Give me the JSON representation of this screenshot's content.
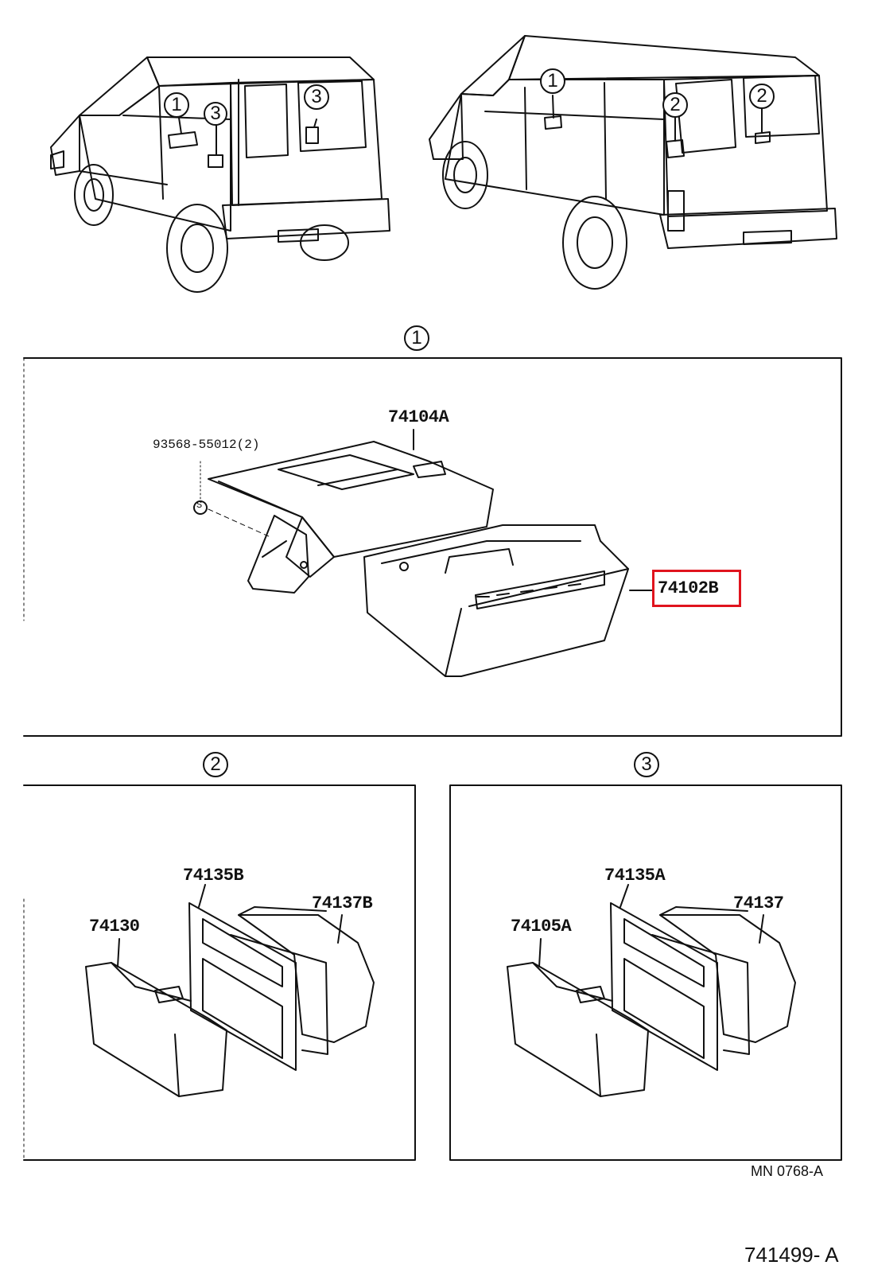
{
  "overview": {
    "left_vehicle_callouts": [
      "1",
      "3",
      "3"
    ],
    "right_vehicle_callouts": [
      "1",
      "2",
      "2"
    ]
  },
  "panels": [
    {
      "callout": "1",
      "parts": [
        "74104A",
        "93568-55012(2)",
        "74102B"
      ]
    },
    {
      "callout": "2",
      "parts": [
        "74135B",
        "74137B",
        "74130"
      ]
    },
    {
      "callout": "3",
      "parts": [
        "74135A",
        "74137",
        "74105A"
      ]
    }
  ],
  "highlight": {
    "part": "74102B",
    "color": "#e0141e"
  },
  "footer": {
    "sheet_code": "MN 0768-A",
    "figure_code": "741499- A"
  }
}
